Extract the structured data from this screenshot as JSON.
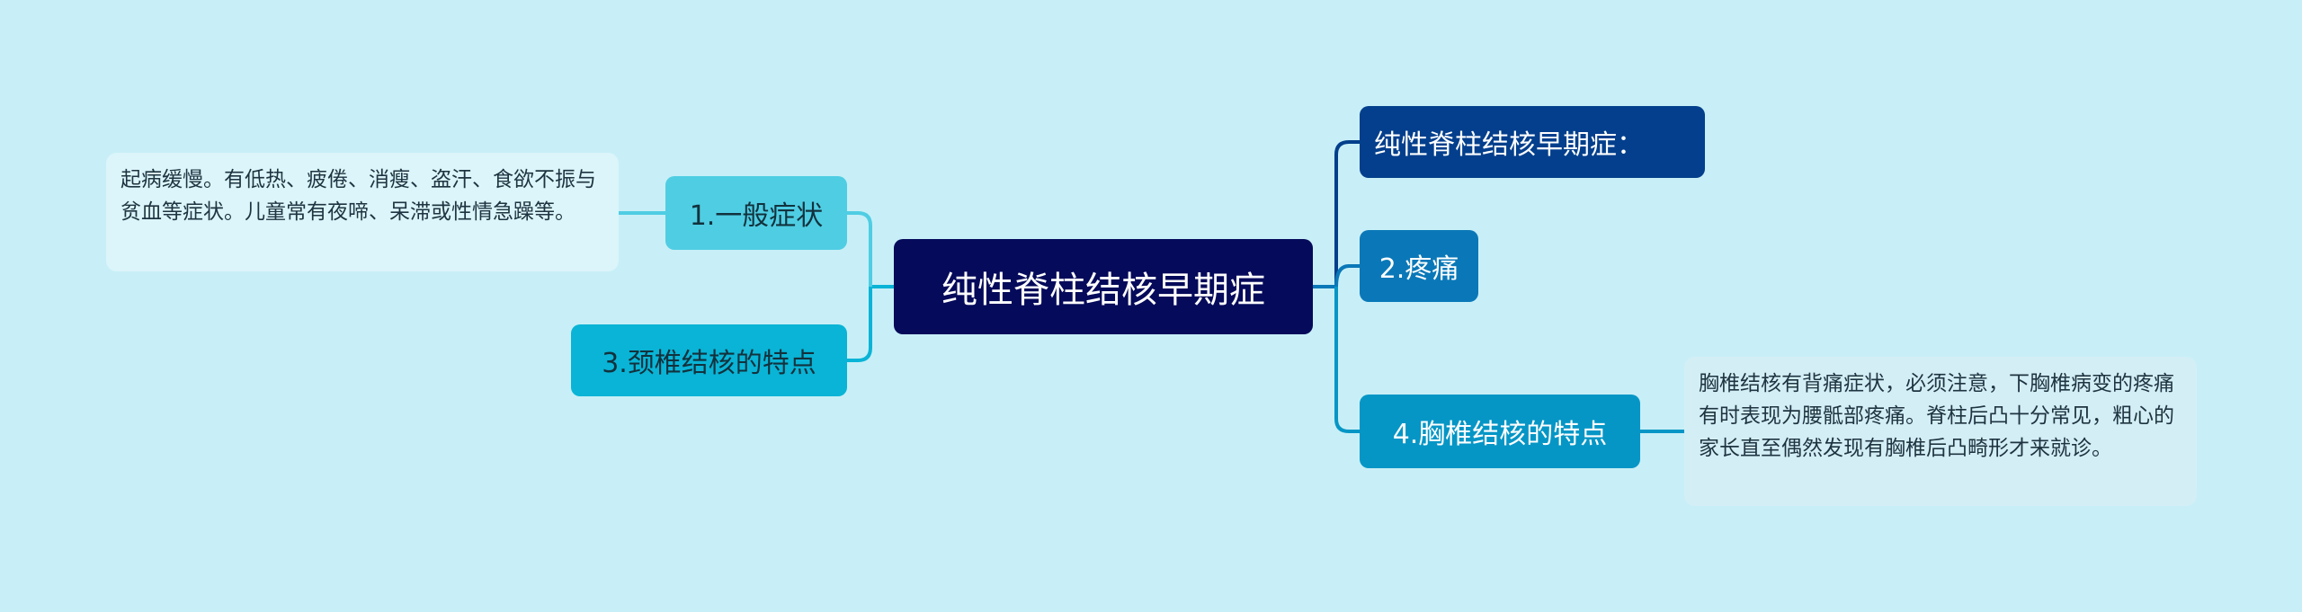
{
  "root": {
    "label": "纯性脊柱结核早期症"
  },
  "left": [
    {
      "label": "1.一般症状",
      "note": "起病缓慢。有低热、疲倦、消瘦、盗汗、食欲不振与贫血等症状。儿童常有夜啼、呆滞或性情急躁等。"
    },
    {
      "label": "3.颈椎结核的特点"
    }
  ],
  "right": [
    {
      "label": "纯性脊柱结核早期症："
    },
    {
      "label": "2.疼痛"
    },
    {
      "label": "4.胸椎结核的特点",
      "note": "胸椎结核有背痛症状，必须注意，下胸椎病变的疼痛有时表现为腰骶部疼痛。脊柱后凸十分常见，粗心的家长直至偶然发现有胸椎后凸畸形才来就诊。"
    }
  ],
  "colors": {
    "background": "#c8eff7",
    "root": "#050a5a",
    "right_0": "#033f8c",
    "right_1": "#0a78b8",
    "right_2": "#0596c6",
    "left_0": "#4fcde3",
    "left_1": "#0ab4d6"
  }
}
